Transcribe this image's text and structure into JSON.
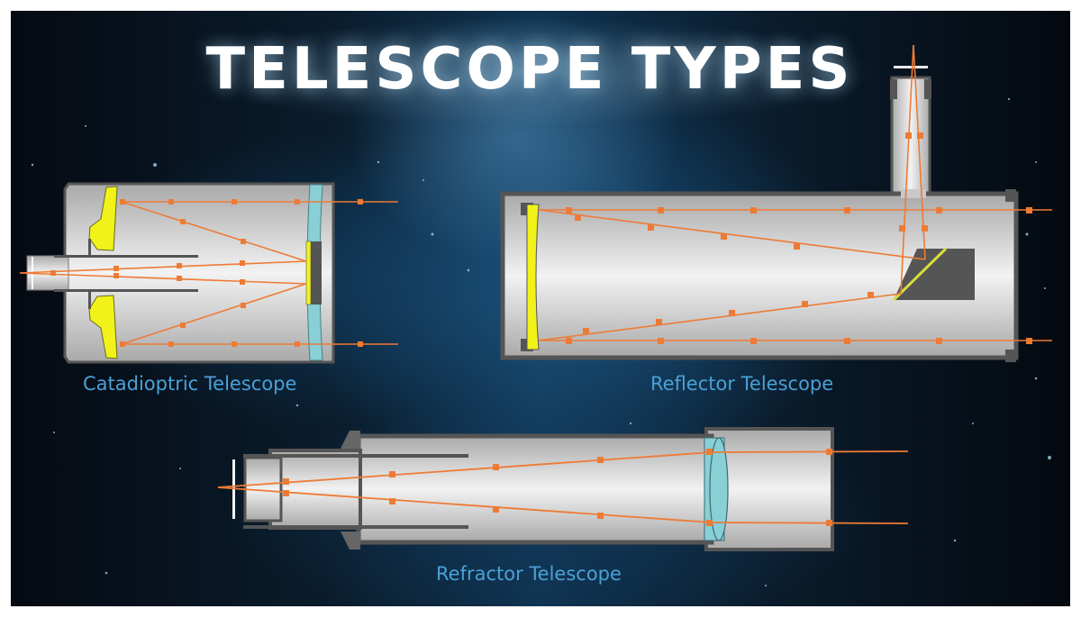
{
  "title": "TELESCOPE TYPES",
  "labels": {
    "catadioptric": "Catadioptric Telescope",
    "reflector": "Reflector Telescope",
    "refractor": "Refractor Telescope"
  },
  "colors": {
    "background_dark": "#050a12",
    "background_blue": "#0f3350",
    "tube_light": "#e8e8e8",
    "tube_mid": "#bdbdbd",
    "tube_outline": "#555555",
    "mirror_yellow": "#f1f21a",
    "lens_cyan": "#88cfd6",
    "light_ray_orange": "#ee7b35",
    "label_blue": "#4aa1d6",
    "title_white": "#ffffff"
  },
  "diagrams": [
    {
      "name": "Catadioptric Telescope",
      "components": [
        "corrector-plate",
        "primary-mirror",
        "secondary-mirror",
        "baffle-tube",
        "eyepiece"
      ]
    },
    {
      "name": "Reflector Telescope",
      "components": [
        "primary-mirror",
        "diagonal-secondary-mirror",
        "focuser-eyepiece"
      ]
    },
    {
      "name": "Refractor Telescope",
      "components": [
        "objective-lens",
        "draw-tube",
        "eyepiece"
      ]
    }
  ]
}
